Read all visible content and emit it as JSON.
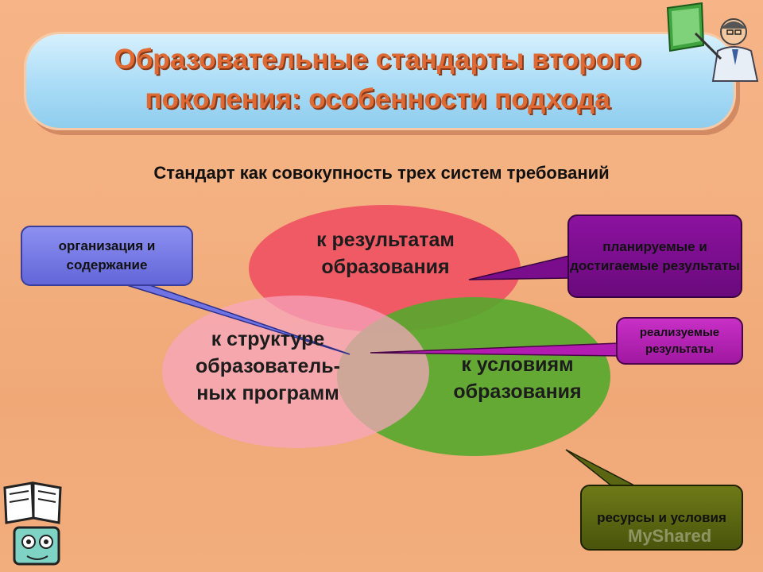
{
  "title": {
    "line1": "Образовательные стандарты второго",
    "line2": "поколения: особенности подхода"
  },
  "subtitle": "Стандарт как совокупность трех систем требований",
  "ellipses": {
    "results": "к результатам образования",
    "structure": "к структуре образователь-ных программ",
    "conditions": "к условиям образования"
  },
  "callouts": {
    "organization": "организация и содержание",
    "planned": "планируемые и достигаемые результаты",
    "realized": "реализуемые результаты",
    "resources": "ресурсы и условия"
  },
  "watermark": "MyShared",
  "colors": {
    "results": "#ee4f5e",
    "structure": "#f7a8c0",
    "conditions": "#4ea127",
    "organization": "#6f73e4",
    "planned": "#7a0d8c",
    "realized": "#b21cb0",
    "resources": "#5a6611"
  }
}
